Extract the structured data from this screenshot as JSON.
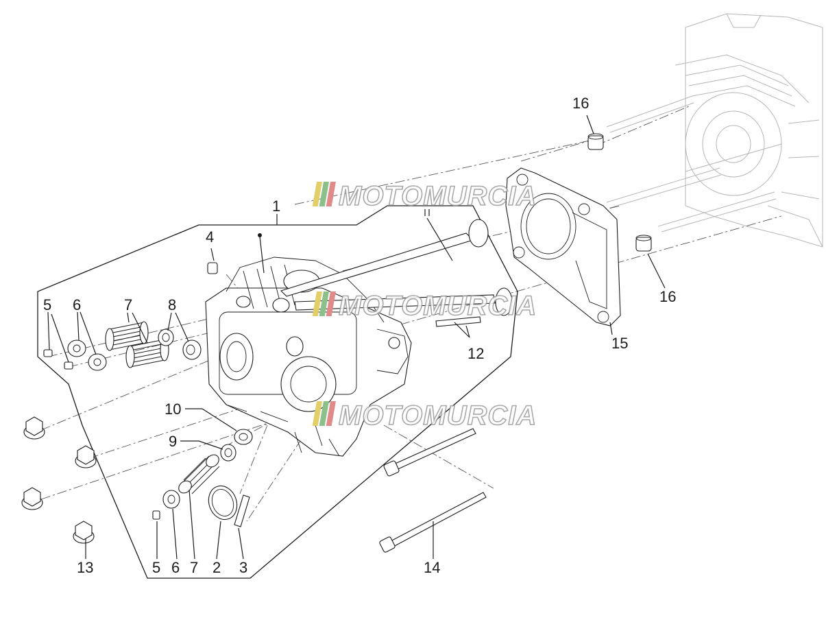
{
  "callouts": {
    "c1": "1",
    "c2": "2",
    "c3": "3",
    "c4": "4",
    "c5a": "5",
    "c5b": "5",
    "c6a": "6",
    "c6b": "6",
    "c7a": "7",
    "c7b": "7",
    "c8": "8",
    "c9": "9",
    "c10": "10",
    "c12": "12",
    "c13": "13",
    "c14": "14",
    "c15": "15",
    "c16a": "16",
    "c16b": "16"
  },
  "watermark": {
    "text": "MOTOMURCIA",
    "stripe_colors": [
      "#e2cf6a",
      "#8cc08a",
      "#e08a8a"
    ]
  },
  "colors": {
    "line": "#1a1a1a",
    "ghost": "#b5b5b5"
  }
}
